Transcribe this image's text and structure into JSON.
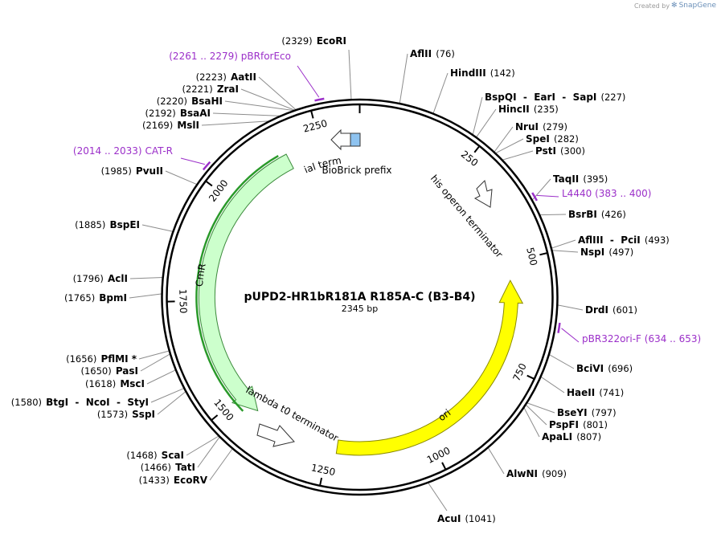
{
  "credit": {
    "prefix": "Created by",
    "brand": "SnapGene"
  },
  "map": {
    "title": "pUPD2-HR1bR181A R185A-C (B3-B4)",
    "length_label": "2345 bp",
    "length": 2345
  },
  "ticks": [
    {
      "pos": 250,
      "label": "250"
    },
    {
      "pos": 500,
      "label": "500"
    },
    {
      "pos": 750,
      "label": "750"
    },
    {
      "pos": 1000,
      "label": "1000"
    },
    {
      "pos": 1250,
      "label": "1250"
    },
    {
      "pos": 1500,
      "label": "1500"
    },
    {
      "pos": 1750,
      "label": "1750"
    },
    {
      "pos": 2000,
      "label": "2000"
    },
    {
      "pos": 2250,
      "label": "2250"
    }
  ],
  "sites": [
    {
      "name": "EcoRI",
      "pos_label": "(2329)",
      "pos": 2329,
      "side": "left"
    },
    {
      "name": "AflII",
      "pos_label": "(76)",
      "pos": 76,
      "side": "right"
    },
    {
      "name": "HindIII",
      "pos_label": "(142)",
      "pos": 142,
      "side": "right"
    },
    {
      "name": "BspQI  -  EarI  -  SapI",
      "pos_label": "(227)",
      "pos": 227,
      "side": "right"
    },
    {
      "name": "HincII",
      "pos_label": "(235)",
      "pos": 235,
      "side": "right"
    },
    {
      "name": "NruI",
      "pos_label": "(279)",
      "pos": 279,
      "side": "right"
    },
    {
      "name": "SpeI",
      "pos_label": "(282)",
      "pos": 282,
      "side": "right"
    },
    {
      "name": "PstI",
      "pos_label": "(300)",
      "pos": 300,
      "side": "right"
    },
    {
      "name": "TaqII",
      "pos_label": "(395)",
      "pos": 395,
      "side": "right"
    },
    {
      "name": "BsrBI",
      "pos_label": "(426)",
      "pos": 426,
      "side": "right"
    },
    {
      "name": "AflIII  -  PciI",
      "pos_label": "(493)",
      "pos": 493,
      "side": "right"
    },
    {
      "name": "NspI",
      "pos_label": "(497)",
      "pos": 497,
      "side": "right"
    },
    {
      "name": "DrdI",
      "pos_label": "(601)",
      "pos": 601,
      "side": "right"
    },
    {
      "name": "BciVI",
      "pos_label": "(696)",
      "pos": 696,
      "side": "right"
    },
    {
      "name": "HaeII",
      "pos_label": "(741)",
      "pos": 741,
      "side": "right"
    },
    {
      "name": "BseYI",
      "pos_label": "(797)",
      "pos": 797,
      "side": "right"
    },
    {
      "name": "PspFI",
      "pos_label": "(801)",
      "pos": 801,
      "side": "right"
    },
    {
      "name": "ApaLI",
      "pos_label": "(807)",
      "pos": 807,
      "side": "right"
    },
    {
      "name": "AlwNI",
      "pos_label": "(909)",
      "pos": 909,
      "side": "right"
    },
    {
      "name": "AcuI",
      "pos_label": "(1041)",
      "pos": 1041,
      "side": "right"
    },
    {
      "name": "EcoRV",
      "pos_label": "(1433)",
      "pos": 1433,
      "side": "left"
    },
    {
      "name": "TatI",
      "pos_label": "(1466)",
      "pos": 1466,
      "side": "left"
    },
    {
      "name": "ScaI",
      "pos_label": "(1468)",
      "pos": 1468,
      "side": "left"
    },
    {
      "name": "SspI",
      "pos_label": "(1573)",
      "pos": 1573,
      "side": "left"
    },
    {
      "name": "BtgI  -  NcoI  -  StyI",
      "pos_label": "(1580)",
      "pos": 1580,
      "side": "left"
    },
    {
      "name": "MscI",
      "pos_label": "(1618)",
      "pos": 1618,
      "side": "left"
    },
    {
      "name": "PasI",
      "pos_label": "(1650)",
      "pos": 1650,
      "side": "left"
    },
    {
      "name": "PflMI *",
      "pos_label": "(1656)",
      "pos": 1656,
      "side": "left"
    },
    {
      "name": "BpmI",
      "pos_label": "(1765)",
      "pos": 1765,
      "side": "left"
    },
    {
      "name": "AclI",
      "pos_label": "(1796)",
      "pos": 1796,
      "side": "left"
    },
    {
      "name": "BspEI",
      "pos_label": "(1885)",
      "pos": 1885,
      "side": "left"
    },
    {
      "name": "PvuII",
      "pos_label": "(1985)",
      "pos": 1985,
      "side": "left"
    },
    {
      "name": "MslI",
      "pos_label": "(2169)",
      "pos": 2169,
      "side": "left"
    },
    {
      "name": "BsaAI",
      "pos_label": "(2192)",
      "pos": 2192,
      "side": "left"
    },
    {
      "name": "BsaHI",
      "pos_label": "(2220)",
      "pos": 2220,
      "side": "left"
    },
    {
      "name": "ZraI",
      "pos_label": "(2221)",
      "pos": 2221,
      "side": "left"
    },
    {
      "name": "AatII",
      "pos_label": "(2223)",
      "pos": 2223,
      "side": "left"
    }
  ],
  "primers": [
    {
      "name": "pBRforEco",
      "range": "(2261 .. 2279)",
      "start": 2261,
      "end": 2279,
      "side": "left"
    },
    {
      "name": "CAT-R",
      "range": "(2014 .. 2033)",
      "start": 2014,
      "end": 2033,
      "side": "left"
    },
    {
      "name": "L4440",
      "range": "(383 .. 400)",
      "start": 383,
      "end": 400,
      "side": "right"
    },
    {
      "name": "pBR322ori-F",
      "range": "(634 .. 653)",
      "start": 634,
      "end": 653,
      "side": "right"
    }
  ],
  "features": [
    {
      "name": "ori",
      "type": "ori",
      "color": "#ffff00",
      "stroke": "#8a8a00"
    },
    {
      "name": "CmR",
      "type": "cds",
      "color": "#ccffcc",
      "stroke": "#3c8a3c",
      "inner_color": "#2a9a2a"
    },
    {
      "name": "BioBrick prefix",
      "type": "misc",
      "color": "#8ec3f0"
    },
    {
      "name": "bacterial terminator",
      "type": "terminator"
    },
    {
      "name": "his operon terminator",
      "type": "terminator"
    },
    {
      "name": "lambda t0 terminator",
      "type": "terminator"
    }
  ],
  "colors": {
    "primer": "#9b2fc9",
    "backbone": "#000000",
    "site_line": "#8c8c8c"
  }
}
